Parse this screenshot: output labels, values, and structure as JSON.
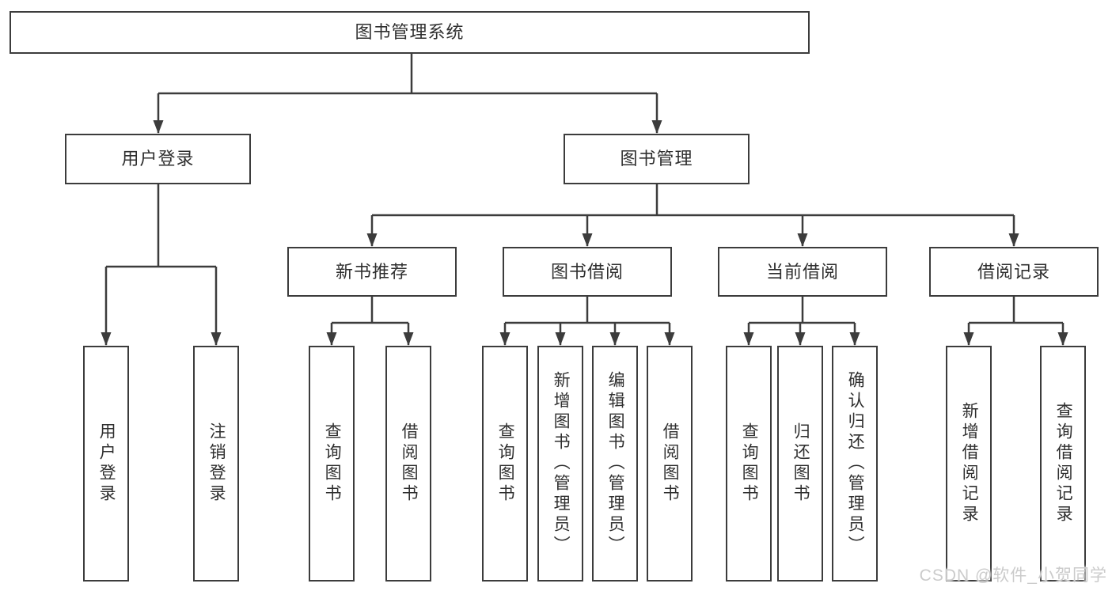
{
  "colors": {
    "line": "#3c3c3c",
    "text": "#2f2f2f",
    "bg": "#ffffff",
    "watermark": "#cbcbcb"
  },
  "tree": {
    "root": {
      "label": "图书管理系统",
      "children": [
        {
          "label": "用户登录",
          "children": [
            {
              "label": "用户登录"
            },
            {
              "label": "注销登录"
            }
          ]
        },
        {
          "label": "图书管理",
          "children": [
            {
              "label": "新书推荐",
              "children": [
                {
                  "label": "查询图书"
                },
                {
                  "label": "借阅图书"
                }
              ]
            },
            {
              "label": "图书借阅",
              "children": [
                {
                  "label": "查询图书"
                },
                {
                  "label": "新增图书（管理员）"
                },
                {
                  "label": "编辑图书（管理员）"
                },
                {
                  "label": "借阅图书"
                }
              ]
            },
            {
              "label": "当前借阅",
              "children": [
                {
                  "label": "查询图书"
                },
                {
                  "label": "归还图书"
                },
                {
                  "label": "确认归还（管理员）"
                }
              ]
            },
            {
              "label": "借阅记录",
              "children": [
                {
                  "label": "新增借阅记录"
                },
                {
                  "label": "查询借阅记录"
                }
              ]
            }
          ]
        }
      ]
    }
  },
  "watermark": {
    "text": "CSDN @软件_小贺同学"
  }
}
